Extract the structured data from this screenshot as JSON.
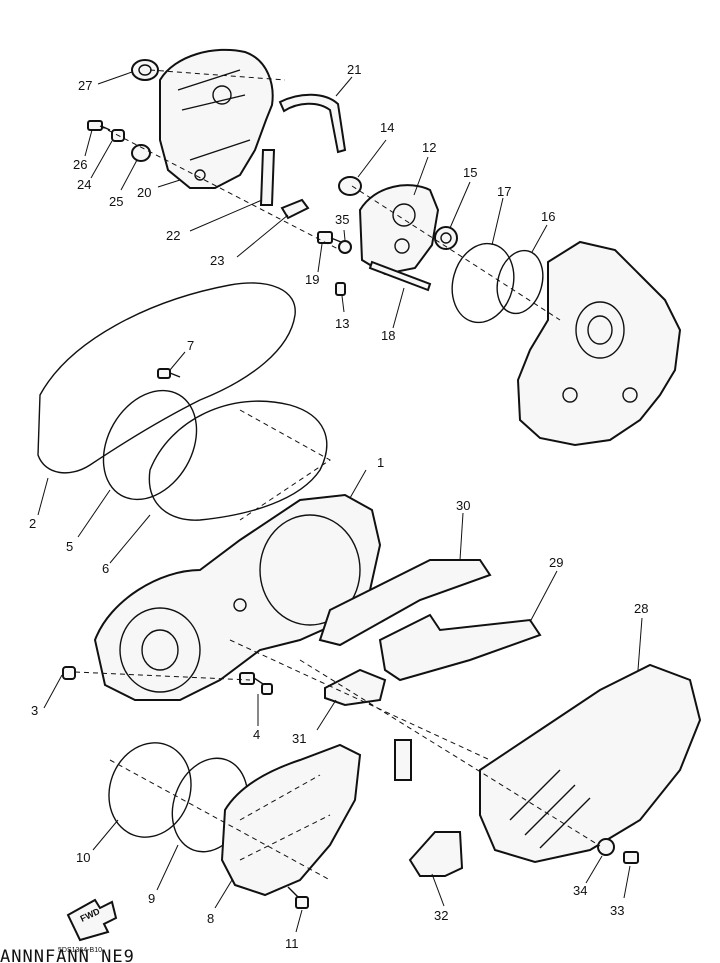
{
  "diagram": {
    "callouts": [
      "1",
      "2",
      "3",
      "4",
      "5",
      "6",
      "7",
      "8",
      "9",
      "10",
      "11",
      "12",
      "13",
      "14",
      "15",
      "16",
      "17",
      "18",
      "19",
      "20",
      "21",
      "22",
      "23",
      "24",
      "25",
      "26",
      "27",
      "28",
      "29",
      "30",
      "31",
      "32",
      "33",
      "34",
      "35"
    ],
    "fwd_label": "FWD",
    "catalog_code": "5DS1364-B10",
    "footer_text": "ANNNFANN NE9"
  }
}
